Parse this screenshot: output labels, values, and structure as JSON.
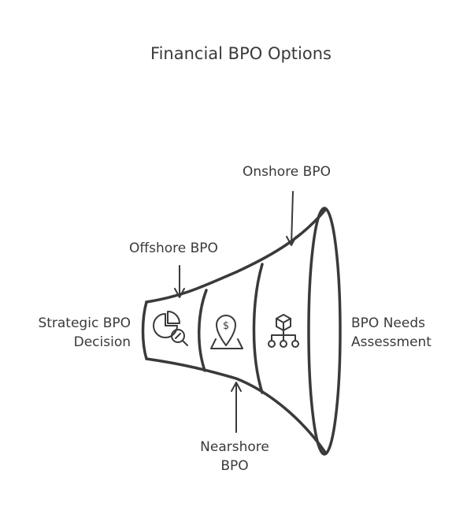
{
  "title": "Financial BPO Options",
  "labels": {
    "onshore": "Onshore BPO",
    "offshore": "Offshore BPO",
    "strategic_line1": "Strategic BPO",
    "strategic_line2": "Decision",
    "nearshore_line1": "Nearshore",
    "nearshore_line2": "BPO",
    "needs_line1": "BPO Needs",
    "needs_line2": "Assessment"
  },
  "icons": [
    "chart-analysis-icon",
    "location-dollar-icon",
    "hierarchy-cube-icon"
  ],
  "colors": {
    "ink": "#3a3a3a",
    "background": "#ffffff"
  }
}
